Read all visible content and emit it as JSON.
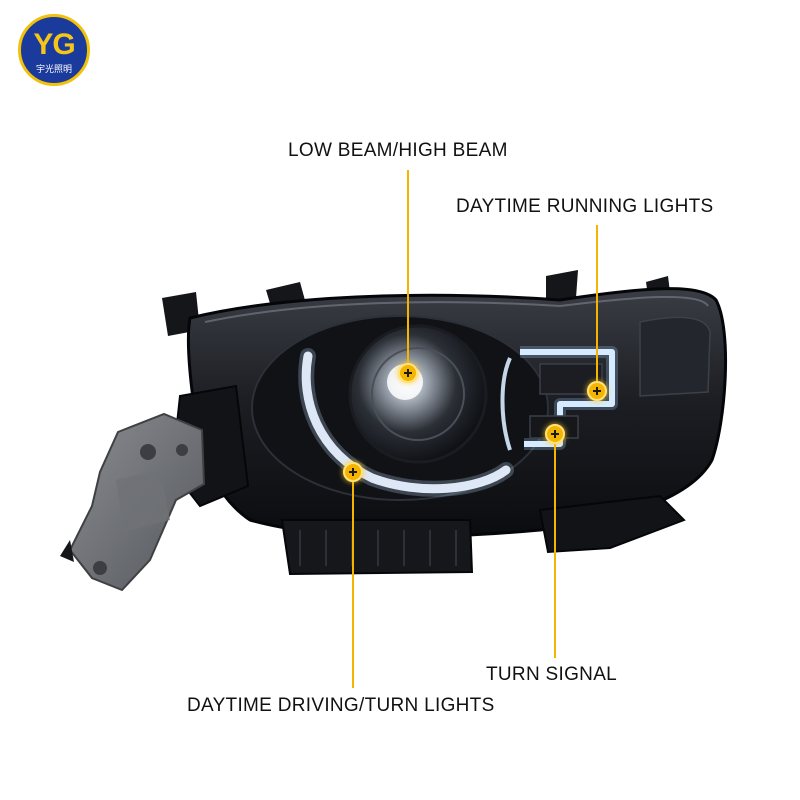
{
  "brand": {
    "logo_mark": "YG",
    "logo_text": "宇光照明",
    "ring_color": "#f2c10a",
    "fill_color": "#1a3a9c"
  },
  "product": {
    "icon": "headlight-assembly-image"
  },
  "callouts": {
    "low_high_beam": "LOW BEAM/HIGH BEAM",
    "daytime_running_lights": "DAYTIME RUNNING LIGHTS",
    "turn_signal": "TURN SIGNAL",
    "daytime_driving_turn_lights": "DAYTIME DRIVING/TURN LIGHTS"
  },
  "colors": {
    "leader_line": "#f4b400",
    "marker": "#f4b400",
    "label_text": "#111111"
  }
}
